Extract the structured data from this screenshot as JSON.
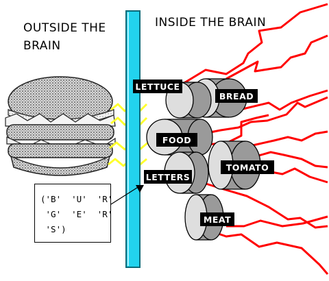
{
  "labels": {
    "outside": [
      "OUTSIDE THE",
      "BRAIN"
    ],
    "inside": "INSIDE THE BRAIN"
  },
  "nodes": {
    "lettuce": "LETTUCE",
    "bread": "BREAD",
    "food": "FOOD",
    "tomato": "TOMATO",
    "letters": "LETTERS",
    "meat": "MEAT"
  },
  "spelling": [
    "('B'  'U'  'R'",
    " 'G'  'E'  'R'",
    " 'S')"
  ],
  "icons": [
    "burger-icon"
  ],
  "colors": {
    "membrane": "#22d3ee",
    "membrane_edge": "#0a6a78",
    "nerve": "#ff0000",
    "zap": "#ffff2e",
    "tag_bg": "#000000",
    "tag_text": "#ffffff"
  }
}
